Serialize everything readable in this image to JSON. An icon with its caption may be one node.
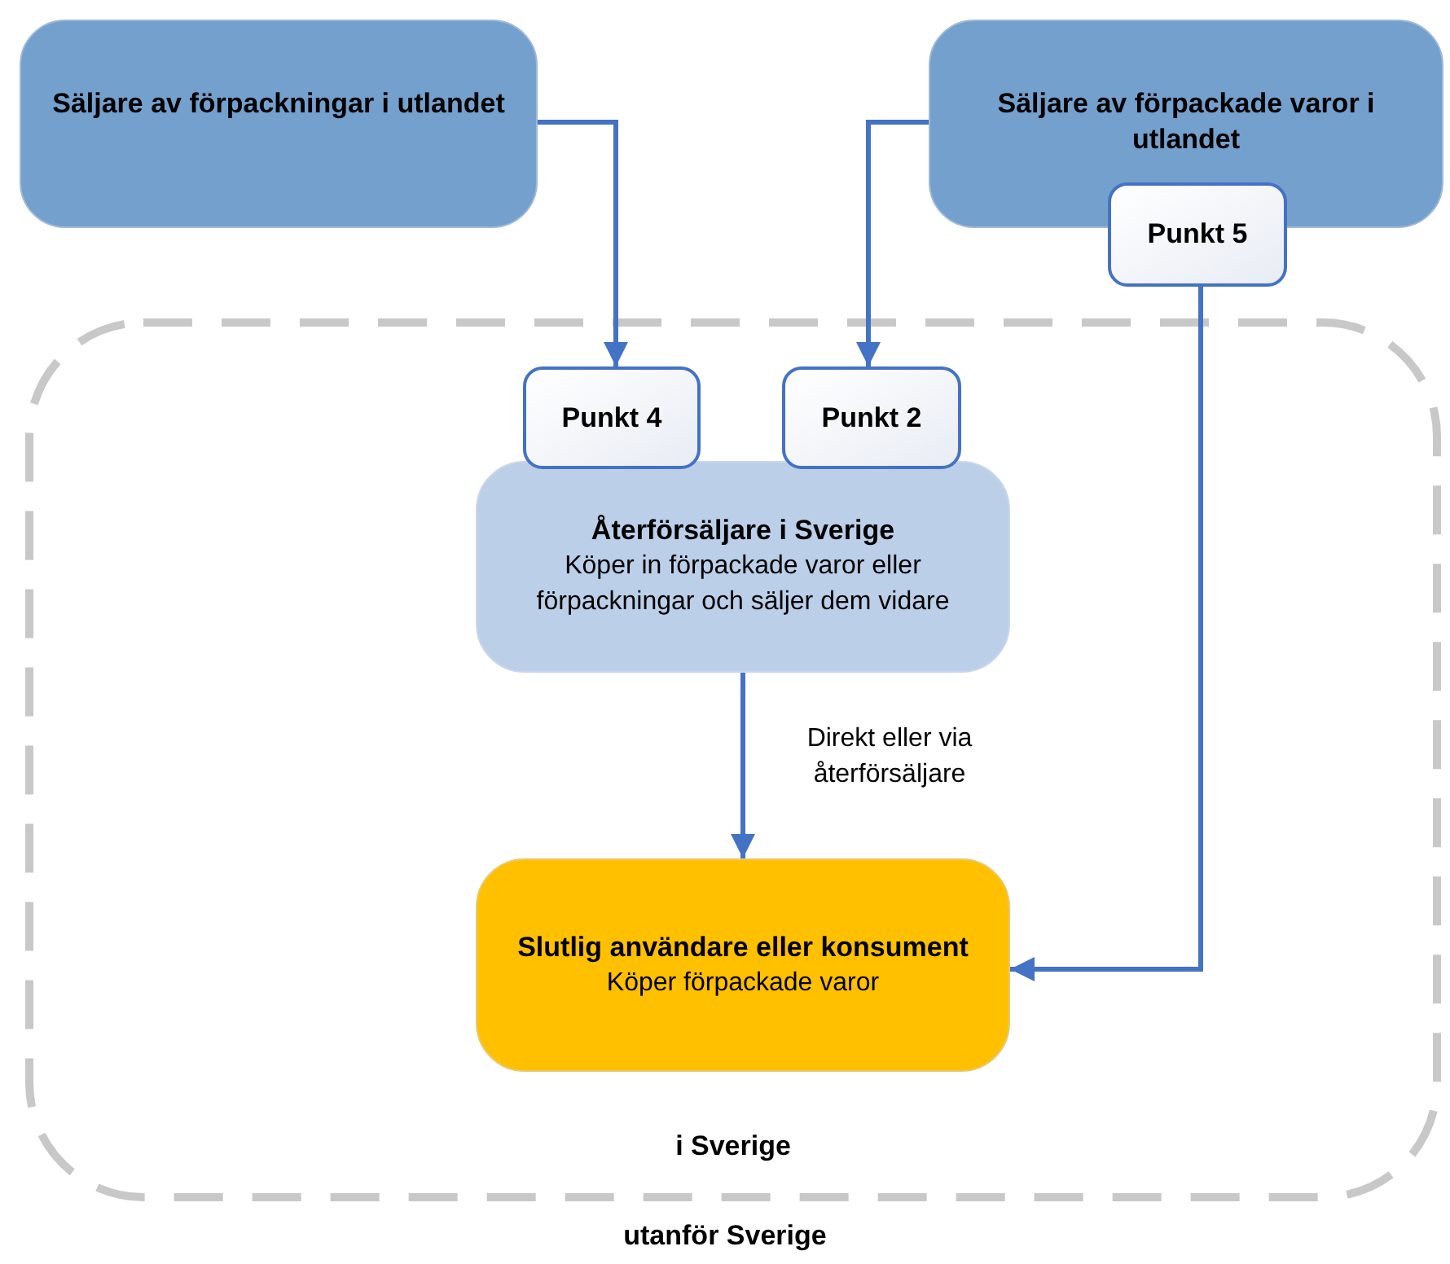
{
  "diagram": {
    "nodes": [
      {
        "text": [
          "Säljare av förpackningar i utlandet"
        ]
      },
      {
        "text": [
          "Säljare av förpackade varor i utlandet"
        ]
      },
      {
        "text": [
          "Punkt 5"
        ]
      },
      {
        "text": [
          "i Sverige"
        ]
      },
      {
        "text": [
          "Punkt 4"
        ],
        "in": 3
      },
      {
        "text": [
          "Punkt 2"
        ],
        "in": 3
      },
      {
        "text": [
          "Återförsäljare i Sverige",
          "Köper in förpackade varor eller förpackningar och säljer dem vidare"
        ],
        "in": 3
      },
      {
        "text": [
          "Slutlig användare eller konsument",
          "Köper förpackade varor"
        ],
        "in": 3
      }
    ],
    "edges": [
      {
        "from": 0,
        "to": 4,
        "arrow": "to"
      },
      {
        "from": 1,
        "to": 5,
        "arrow": "to"
      },
      {
        "from": 2,
        "to": 7,
        "arrow": "to"
      },
      {
        "from": 6,
        "to": 7,
        "arrow": "to",
        "label": "Direkt eller via återförsäljare"
      }
    ],
    "labels": [
      "utanför Sverige"
    ]
  }
}
